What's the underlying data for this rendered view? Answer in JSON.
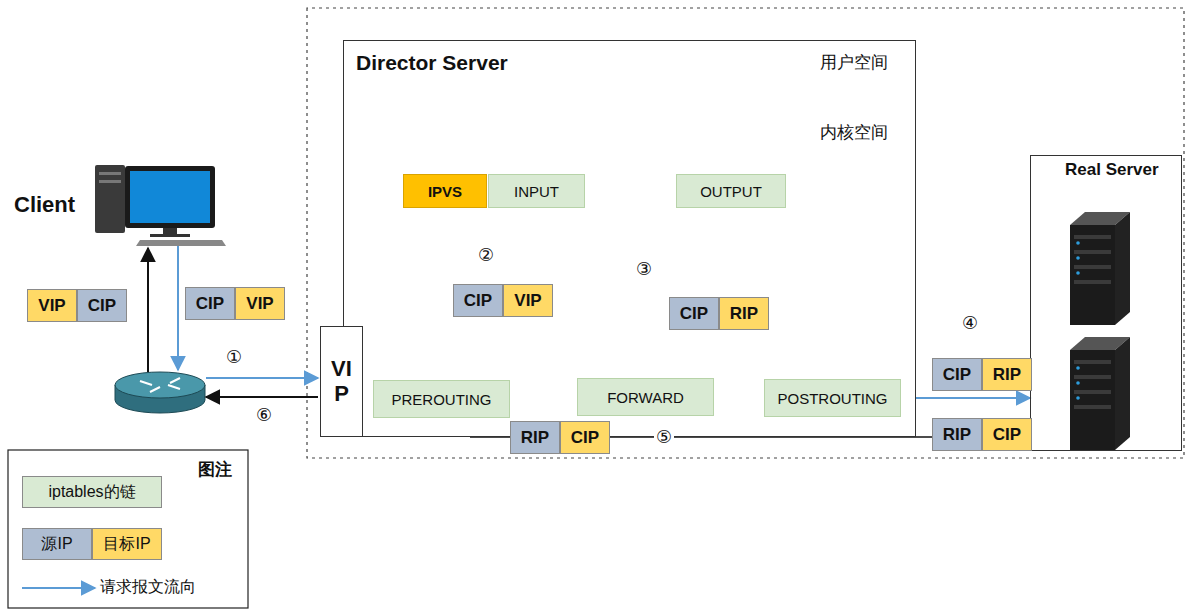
{
  "diagram": {
    "nodes": [
      {
        "text": [
          "Director Server",
          "用户空间",
          "内核空间"
        ]
      },
      {
        "text": [
          "IPVS"
        ],
        "in": 0
      },
      {
        "text": [
          "INPUT"
        ],
        "in": 0
      },
      {
        "text": [
          "OUTPUT"
        ],
        "in": 0
      },
      {
        "text": [
          "PREROUTING"
        ],
        "in": 0
      },
      {
        "text": [
          "FORWARD"
        ],
        "in": 0
      },
      {
        "text": [
          "POSTROUTING"
        ],
        "in": 0
      },
      {
        "text": [
          "CIP"
        ],
        "in": 0
      },
      {
        "text": [
          "VIP"
        ],
        "in": 0
      },
      {
        "text": [
          "CIP"
        ],
        "in": 0
      },
      {
        "text": [
          "RIP"
        ],
        "in": 0
      },
      {
        "text": [
          "VIP"
        ]
      },
      {
        "text": [
          "Real Server"
        ]
      },
      {
        "text": [
          "VIP"
        ]
      },
      {
        "text": [
          "CIP"
        ]
      },
      {
        "text": [
          "CIP"
        ]
      },
      {
        "text": [
          "VIP"
        ]
      },
      {
        "text": [
          "CIP"
        ]
      },
      {
        "text": [
          "RIP"
        ]
      },
      {
        "text": [
          "RIP"
        ]
      },
      {
        "text": [
          "CIP"
        ]
      },
      {
        "text": [
          "RIP"
        ]
      },
      {
        "text": [
          "CIP"
        ]
      }
    ],
    "edges": [
      {
        "from": 4,
        "to": 2,
        "arrow": "to"
      },
      {
        "from": 2,
        "to": 6,
        "arrow": "to"
      },
      {
        "from": 6,
        "to": 5,
        "arrow": "to"
      },
      {
        "from": 5,
        "to": 4,
        "arrow": "to"
      },
      {
        "from": 6,
        "to": 12,
        "arrow": "to"
      }
    ],
    "labels": [
      "Client",
      "①",
      "②",
      "③",
      "④",
      "⑤",
      "⑥",
      "图注"
    ],
    "legend": [
      {
        "text": "iptables的链",
        "color": "#d9ead3"
      },
      {
        "text": "源IP",
        "color": "#aebdd2"
      },
      {
        "text": "目标IP",
        "color": "#ffd966"
      },
      {
        "text": "请求报文流向"
      }
    ]
  }
}
